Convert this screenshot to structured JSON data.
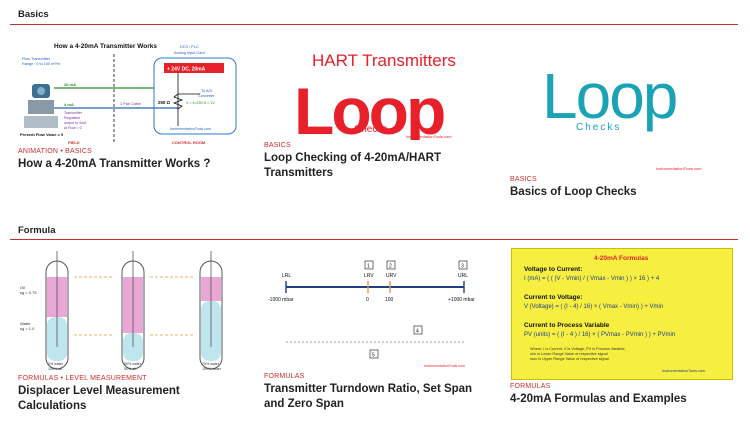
{
  "sections": [
    {
      "heading": "Basics"
    },
    {
      "heading": "Formula"
    }
  ],
  "cards": [
    {
      "category": "ANIMATION • BASICS",
      "title": "How a 4-20mA Transmitter Works ?",
      "thumb": {
        "heading": "How a 4-20mA Transmitter Works",
        "dcs_label": "DCS / PLC",
        "card_label": "Analog Input Card",
        "supply": "+ 24V DC, 20mA",
        "tx_label": "Flow Transmitter",
        "range": "Range : 0 to 100 m³/hr",
        "ma20": "20 mA",
        "ma4": "4 mA",
        "pair": "1 Pair Cable",
        "ad": "To A/D",
        "conv": "Converter",
        "res": "250 Ω",
        "volt": "V = 4×250 Ω = 1V",
        "reg1": "Transmitter",
        "reg2": "Regulates",
        "reg3": "output to 4mA",
        "reg4": "at Flow = 0",
        "present": "Present Flow Value = 0",
        "site": "InstrumentationTools.com",
        "field": "FIELD",
        "control": "CONTROL ROOM"
      }
    },
    {
      "category": "BASICS",
      "title": "Loop Checking of 4-20mA/HART Transmitters",
      "thumb": {
        "hart": "HART Transmitters",
        "loop": "Loop",
        "checks": "Checks",
        "site": "InstrumentationTools.com"
      }
    },
    {
      "category": "BASICS",
      "title": "Basics of Loop Checks",
      "thumb": {
        "loop": "Loop",
        "checks": "Checks",
        "site": "InstrumentationTools.com"
      }
    },
    {
      "category": "FORMULAS • LEVEL MEASUREMENT",
      "title": "Displacer Level Measurement Calculations",
      "thumb": {
        "oil": "Oil",
        "oil_sg": "sg = 0.75",
        "water": "Water",
        "water_sg": "sg = 1.0",
        "l1": "0% water",
        "l1b": "100% oil",
        "l2": "50% water",
        "l2b": "50% oil",
        "l3": "75% water",
        "l3b": "100% water"
      }
    },
    {
      "category": "FORMULAS",
      "title": "Transmitter Turndown Ratio, Set Span and Zero Span",
      "thumb": {
        "lrl": "LRL",
        "lrv": "LRV",
        "urv": "URV",
        "url": "URL",
        "n1": "1",
        "n2": "2",
        "n3": "3",
        "n4": "4",
        "n5": "5",
        "v1": "-1000 mbar",
        "v2": "0",
        "v3": "100",
        "v4": "+1000 mbar",
        "site": "InstrumentationTools.com"
      }
    },
    {
      "category": "FORMULAS",
      "title": "4-20mA Formulas and Examples",
      "thumb": {
        "head": "4-20mA Formulas",
        "h1": "Voltage to Current:",
        "f1": "I (mA) = ( ( (V - Vmin) / ( Vmax - Vmin ) ) × 16 ) + 4",
        "h2": "Current to Voltage:",
        "f2": "V (Voltage) = ( (I - 4) / 16) × ( Vmax - Vmin) ) + Vmin",
        "h3": "Current to Process Variable",
        "f3": "PV (units) = ( (I - 4 ) / 16) × ( PVmax - PVmin ) ) + PVmin",
        "n1": "Where, I is Current, V is Voltage, PV is Process Variable,",
        "n2": "min is Lower Range Value of respective signal",
        "n3": "max is Upper Range Value of respective signal",
        "site": "InstrumentationTools.com"
      }
    }
  ],
  "colors": {
    "accent": "#c9302c",
    "teal": "#1aa3b5",
    "loop_red": "#e8202a",
    "yellow": "#f6ef3f"
  }
}
